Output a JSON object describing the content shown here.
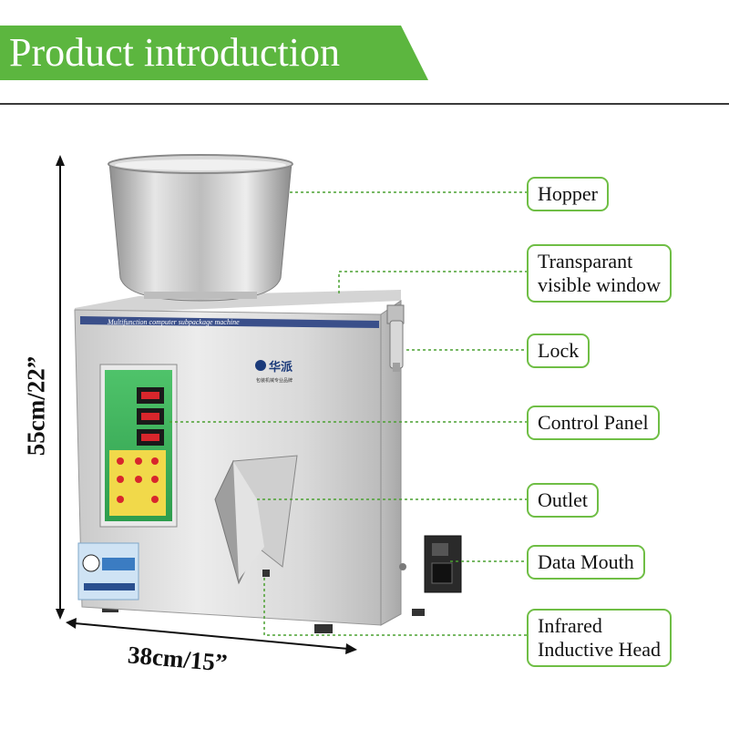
{
  "header": {
    "title": "Product introduction"
  },
  "labels": {
    "hopper": "Hopper",
    "window_line1": "Transparant",
    "window_line2": "visible window",
    "lock": "Lock",
    "control_panel": "Control Panel",
    "outlet": "Outlet",
    "data_mouth": "Data Mouth",
    "infrared_line1": "Infrared",
    "infrared_line2": "Inductive Head"
  },
  "dimensions": {
    "height": "55cm/22”",
    "width": "38cm/15”"
  },
  "machine": {
    "front_strip_text": "Multifunction computer subpackage machine",
    "brand": "华派",
    "brand_sub": "包装机械专业品牌"
  },
  "colors": {
    "accent_green": "#6fbe45",
    "banner_green": "#5cb63f",
    "leader_green": "#4aa030"
  }
}
